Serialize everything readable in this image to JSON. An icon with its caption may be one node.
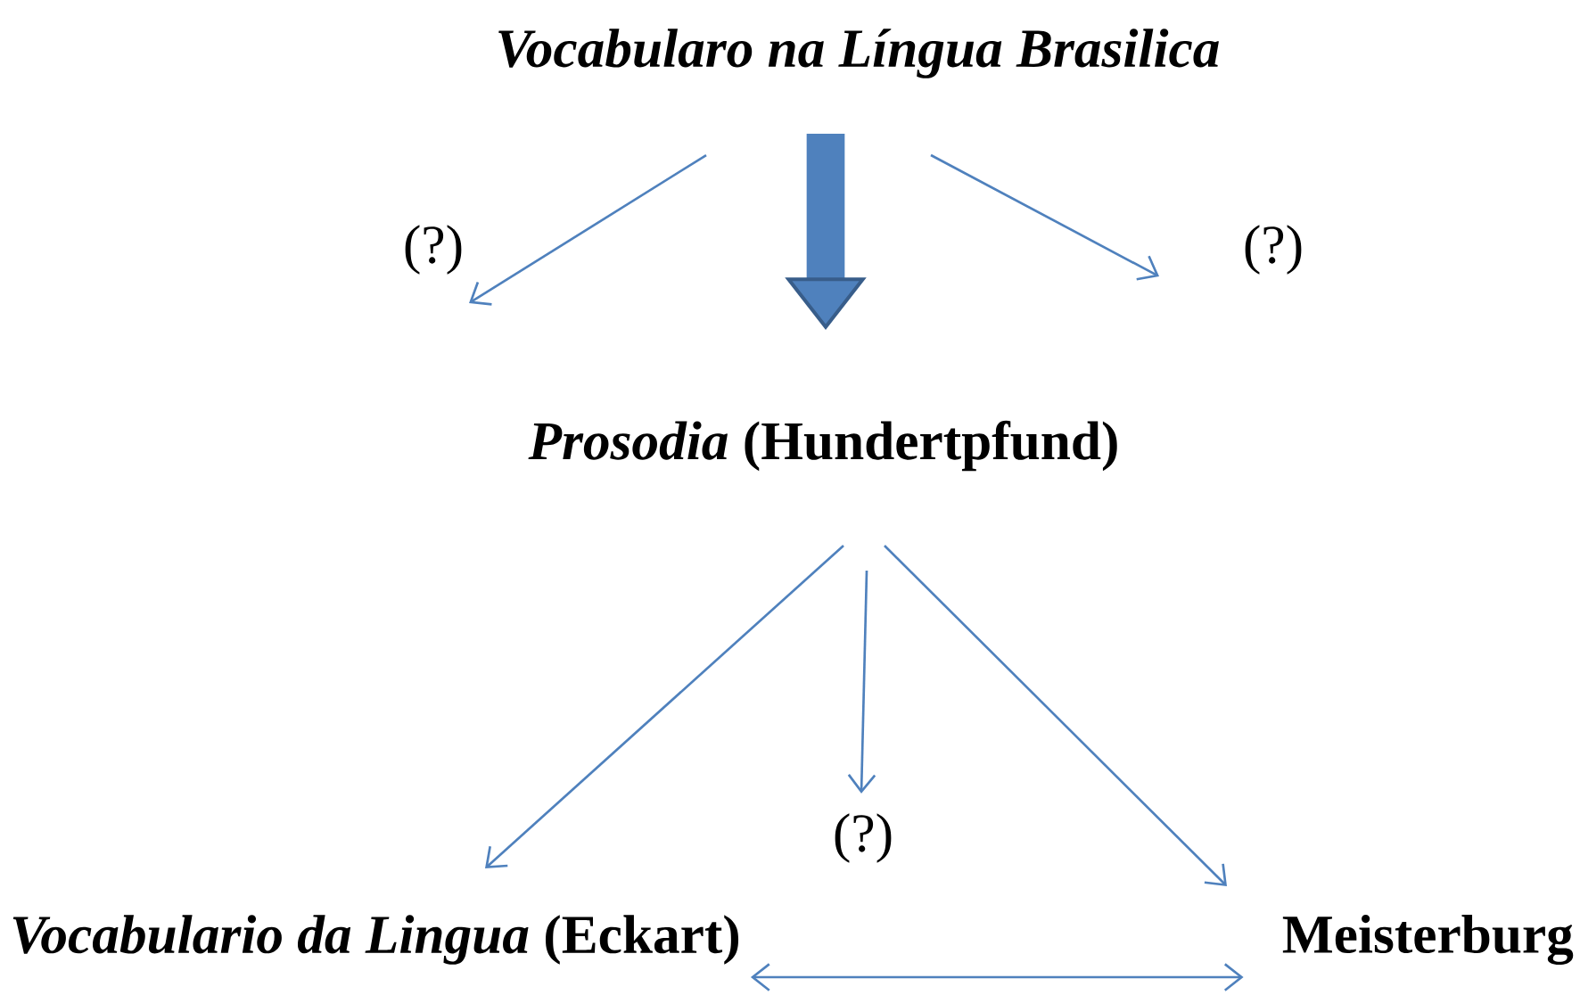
{
  "diagram": {
    "nodes": [
      {
        "text": [
          "*Vocabularo na Língua Brasilica*"
        ]
      },
      {
        "text": [
          "(?)"
        ]
      },
      {
        "text": [
          "(?)"
        ]
      },
      {
        "text": [
          "*Prosodia* (Hundertpfund)"
        ]
      },
      {
        "text": [
          "(?)"
        ]
      },
      {
        "text": [
          "*Vocabulario da Lingua* (Eckart)"
        ]
      },
      {
        "text": [
          "Meisterburg"
        ]
      }
    ],
    "edges": [
      {
        "from": 0,
        "to": 1,
        "arrow": "to"
      },
      {
        "from": 0,
        "to": 3,
        "arrow": "to",
        "style": "thick"
      },
      {
        "from": 0,
        "to": 2,
        "arrow": "to"
      },
      {
        "from": 3,
        "to": 5,
        "arrow": "to"
      },
      {
        "from": 3,
        "to": 4,
        "arrow": "to"
      },
      {
        "from": 3,
        "to": 6,
        "arrow": "to"
      },
      {
        "from": 5,
        "to": 6,
        "arrow": "both"
      }
    ]
  }
}
